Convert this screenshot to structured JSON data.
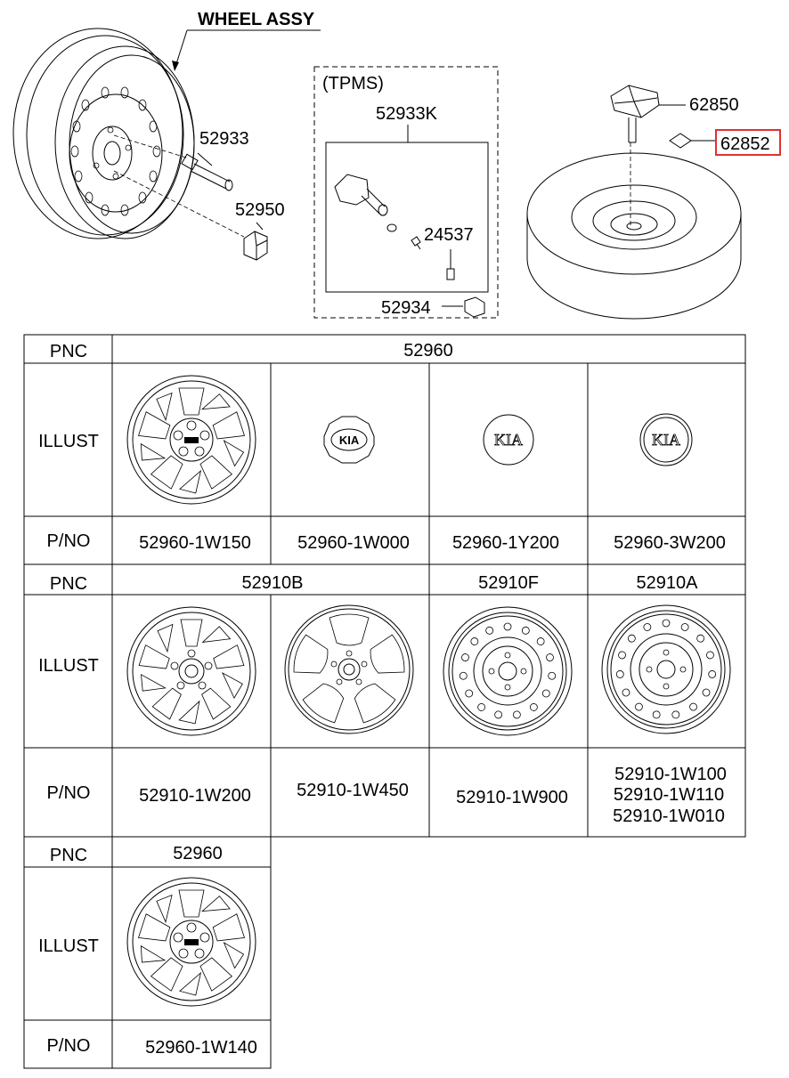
{
  "diagram": {
    "wheel_assy_title": "WHEEL ASSY",
    "callouts": {
      "c52933": "52933",
      "c52950": "52950",
      "tpms": "(TPMS)",
      "c52933K": "52933K",
      "c24537": "24537",
      "c52934": "52934",
      "c62850": "62850",
      "c62852": "62852"
    },
    "highlight_color": "#e03030"
  },
  "table": {
    "row_pnc": "PNC",
    "row_illust": "ILLUST",
    "row_pno": "P/NO",
    "section1": {
      "pnc": "52960",
      "parts": [
        "52960-1W150",
        "52960-1W000",
        "52960-1Y200",
        "52960-3W200"
      ]
    },
    "section2": {
      "pnc_a": "52910B",
      "pnc_b": "52910F",
      "pnc_c": "52910A",
      "parts": [
        "52910-1W200",
        "52910-1W450",
        "52910-1W900"
      ],
      "parts_multi": [
        "52910-1W100",
        "52910-1W110",
        "52910-1W010"
      ]
    },
    "section3": {
      "pnc": "52960",
      "part": "52960-1W140"
    }
  }
}
